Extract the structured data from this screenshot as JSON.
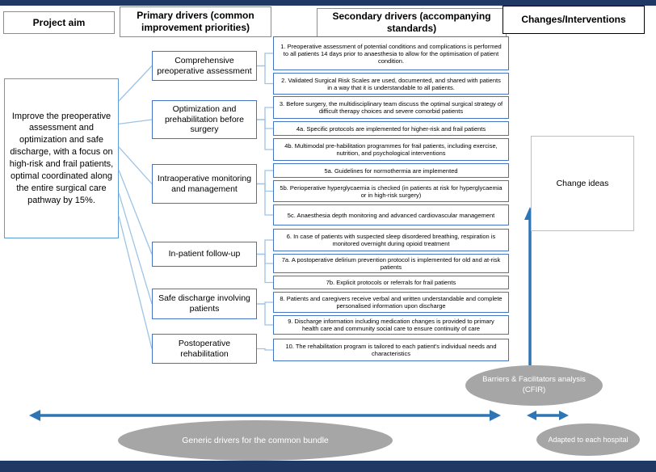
{
  "colors": {
    "accent_blue": "#2e75b6",
    "box_border_blue": "#4472c4",
    "connector_blue": "#9dc3e6",
    "gray_ellipse": "#a6a6a6",
    "navy_bar": "#203864"
  },
  "header": {
    "project_aim": "Project aim",
    "primary_drivers": "Primary drivers (common improvement priorities)",
    "secondary_drivers": "Secondary drivers (accompanying standards)",
    "changes": "Changes/Interventions"
  },
  "aim": {
    "text": "Improve the preoperative assessment and optimization and safe discharge, with a focus on high-risk and frail patients, optimal coordinated along the entire surgical care pathway by 15%."
  },
  "primary_drivers": [
    {
      "label": "Comprehensive preoperative assessment"
    },
    {
      "label": "Optimization and prehabilitation before surgery"
    },
    {
      "label": "Intraoperative monitoring and management"
    },
    {
      "label": "In-patient follow-up"
    },
    {
      "label": "Safe discharge involving patients"
    },
    {
      "label": "Postoperative rehabilitation"
    }
  ],
  "secondary_drivers": [
    {
      "text": "1. Preoperative assessment of potential conditions and complications is performed to all patients 14 days prior to anaesthesia to allow for the optimisation of patient condition."
    },
    {
      "text": "2. Validated Surgical Risk Scales are used, documented, and shared with patients in a way that it is understandable to all patients."
    },
    {
      "text": "3. Before surgery, the multidisciplinary team discuss the optimal surgical strategy of difficult therapy choices and severe comorbid patients"
    },
    {
      "text": "4a. Specific protocols are implemented for higher-risk and frail patients"
    },
    {
      "text": "4b. Multimodal pre-habilitation programmes for frail patients, including exercise, nutrition, and psychological interventions"
    },
    {
      "text": "5a. Guidelines for normothermia are implemented"
    },
    {
      "text": "5b. Perioperative hyperglycaemia is checked (in patients at risk for hyperglycaemia or in high-risk surgery)"
    },
    {
      "text": "5c. Anaesthesia depth monitoring and advanced cardiovascular management"
    },
    {
      "text": "6. In case of patients with suspected sleep disordered breathing, respiration is monitored overnight during opioid treatment"
    },
    {
      "text": "7a. A postoperative delirium prevention protocol is implemented for old and at-risk patients"
    },
    {
      "text": "7b. Explicit protocols or referrals for frail patients"
    },
    {
      "text": "8. Patients and caregivers receive verbal and written understandable and complete personalised information upon discharge"
    },
    {
      "text": "9. Discharge information including medication changes is provided to primary health care and community social care to ensure continuity of care"
    },
    {
      "text": "10. The rehabilitation program is tailored to each patient's individual needs and characteristics"
    }
  ],
  "changes": {
    "label": "Change ideas"
  },
  "annotations": {
    "barriers_line1": "Barriers & Facilitators  analysis",
    "barriers_line2": "(CFIR)",
    "generic_bundle": "Generic drivers for the common bundle",
    "adapted": "Adapted to each hospital"
  }
}
